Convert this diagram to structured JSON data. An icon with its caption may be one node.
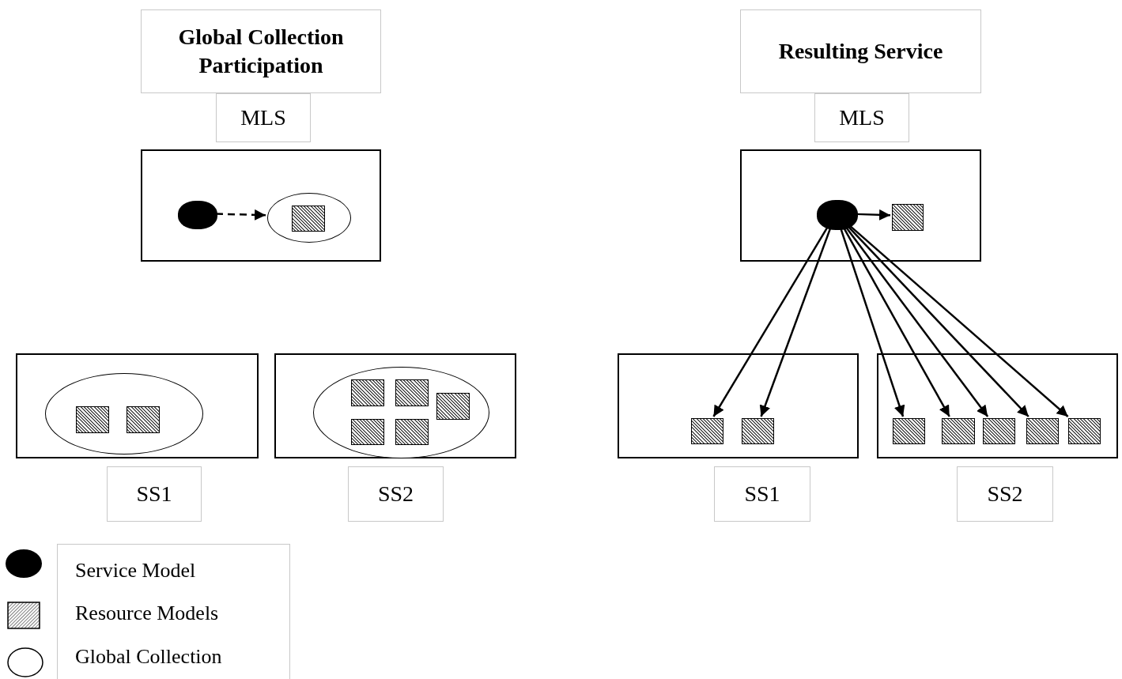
{
  "diagram": {
    "nodes": [
      {
        "text": [
          "Global Collection Participation"
        ]
      },
      {
        "text": [
          "MLS"
        ]
      },
      {
        "text": [],
        "shape": "box"
      },
      {
        "text": [],
        "shape": "circle",
        "in": 2
      },
      {
        "text": [],
        "shape": "ellipse",
        "in": 2
      },
      {
        "text": [],
        "shape": "square",
        "in": 4
      },
      {
        "text": [
          "Resulting Service"
        ]
      },
      {
        "text": [
          "MLS"
        ]
      },
      {
        "text": [],
        "shape": "box"
      },
      {
        "text": [],
        "shape": "circle",
        "in": 8
      },
      {
        "text": [],
        "shape": "square",
        "in": 8
      },
      {
        "text": [],
        "shape": "box"
      },
      {
        "text": [],
        "shape": "ellipse",
        "in": 11
      },
      {
        "text": [],
        "shape": "square",
        "in": 12
      },
      {
        "text": [],
        "shape": "square",
        "in": 12
      },
      {
        "text": [],
        "shape": "box"
      },
      {
        "text": [],
        "shape": "ellipse",
        "in": 15
      },
      {
        "text": [],
        "shape": "square",
        "in": 16
      },
      {
        "text": [],
        "shape": "square",
        "in": 16
      },
      {
        "text": [],
        "shape": "square",
        "in": 16
      },
      {
        "text": [],
        "shape": "square",
        "in": 16
      },
      {
        "text": [],
        "shape": "square",
        "in": 16
      },
      {
        "text": [],
        "shape": "box"
      },
      {
        "text": [],
        "shape": "square",
        "in": 22
      },
      {
        "text": [],
        "shape": "square",
        "in": 22
      },
      {
        "text": [],
        "shape": "box"
      },
      {
        "text": [],
        "shape": "square",
        "in": 25
      },
      {
        "text": [],
        "shape": "square",
        "in": 25
      },
      {
        "text": [],
        "shape": "square",
        "in": 25
      },
      {
        "text": [],
        "shape": "square",
        "in": 25
      },
      {
        "text": [],
        "shape": "square",
        "in": 25
      },
      {
        "text": [
          "SS1"
        ]
      },
      {
        "text": [
          "SS2"
        ]
      },
      {
        "text": [
          "SS1"
        ]
      },
      {
        "text": [
          "SS2"
        ]
      }
    ],
    "edges": [
      {
        "from": 3,
        "to": 4,
        "arrow": "to",
        "style": "dashed"
      },
      {
        "from": 9,
        "to": 10,
        "arrow": "to"
      },
      {
        "from": 9,
        "to": 23,
        "arrow": "to"
      },
      {
        "from": 9,
        "to": 24,
        "arrow": "to"
      },
      {
        "from": 9,
        "to": 26,
        "arrow": "to"
      },
      {
        "from": 9,
        "to": 27,
        "arrow": "to"
      },
      {
        "from": 9,
        "to": 28,
        "arrow": "to"
      },
      {
        "from": 9,
        "to": 29,
        "arrow": "to"
      },
      {
        "from": 9,
        "to": 30,
        "arrow": "to"
      }
    ],
    "legend": [
      {
        "text": "Service Model"
      },
      {
        "text": "Resource Models"
      },
      {
        "text": "Global Collection"
      }
    ]
  }
}
